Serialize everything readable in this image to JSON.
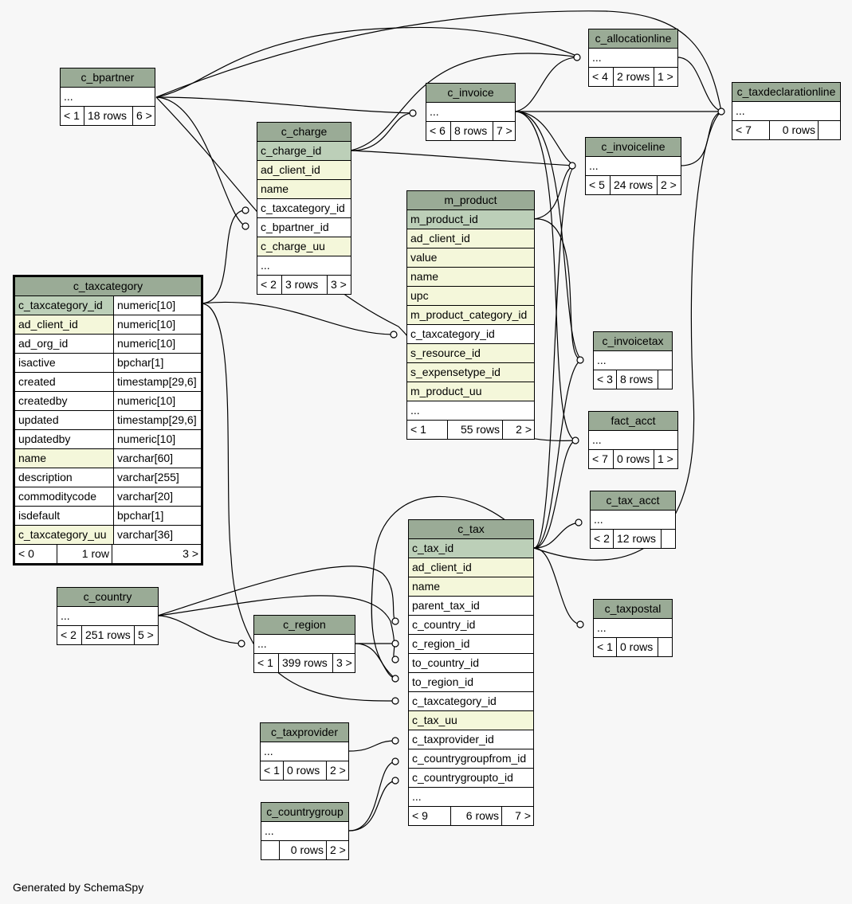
{
  "footer": "Generated by SchemaSpy",
  "tables": {
    "c_bpartner": {
      "name": "c_bpartner",
      "body": "...",
      "parents": "< 1",
      "rows": "18 rows",
      "children": "6 >"
    },
    "c_charge": {
      "name": "c_charge",
      "columns": [
        "c_charge_id",
        "ad_client_id",
        "name",
        "c_taxcategory_id",
        "c_bpartner_id",
        "c_charge_uu",
        "..."
      ],
      "parents": "< 2",
      "rows": "3 rows",
      "children": "3 >"
    },
    "c_invoice": {
      "name": "c_invoice",
      "body": "...",
      "parents": "< 6",
      "rows": "8 rows",
      "children": "7 >"
    },
    "c_allocationline": {
      "name": "c_allocationline",
      "body": "...",
      "parents": "< 4",
      "rows": "2 rows",
      "children": "1 >"
    },
    "c_taxdeclarationline": {
      "name": "c_taxdeclarationline",
      "body": "...",
      "parents": "< 7",
      "rows": "0 rows",
      "children": ""
    },
    "c_invoiceline": {
      "name": "c_invoiceline",
      "body": "...",
      "parents": "< 5",
      "rows": "24 rows",
      "children": "2 >"
    },
    "m_product": {
      "name": "m_product",
      "columns": [
        "m_product_id",
        "ad_client_id",
        "value",
        "name",
        "upc",
        "m_product_category_id",
        "c_taxcategory_id",
        "s_resource_id",
        "s_expensetype_id",
        "m_product_uu",
        "..."
      ],
      "parents": "< 1",
      "rows": "55 rows",
      "children": "2 >"
    },
    "c_taxcategory": {
      "name": "c_taxcategory",
      "columns": [
        {
          "name": "c_taxcategory_id",
          "type": "numeric[10]"
        },
        {
          "name": "ad_client_id",
          "type": "numeric[10]"
        },
        {
          "name": "ad_org_id",
          "type": "numeric[10]"
        },
        {
          "name": "isactive",
          "type": "bpchar[1]"
        },
        {
          "name": "created",
          "type": "timestamp[29,6]"
        },
        {
          "name": "createdby",
          "type": "numeric[10]"
        },
        {
          "name": "updated",
          "type": "timestamp[29,6]"
        },
        {
          "name": "updatedby",
          "type": "numeric[10]"
        },
        {
          "name": "name",
          "type": "varchar[60]"
        },
        {
          "name": "description",
          "type": "varchar[255]"
        },
        {
          "name": "commoditycode",
          "type": "varchar[20]"
        },
        {
          "name": "isdefault",
          "type": "bpchar[1]"
        },
        {
          "name": "c_taxcategory_uu",
          "type": "varchar[36]"
        }
      ],
      "parents": "< 0",
      "rows": "1 row",
      "children": "3 >"
    },
    "c_invoicetax": {
      "name": "c_invoicetax",
      "body": "...",
      "parents": "< 3",
      "rows": "8 rows",
      "children": ""
    },
    "fact_acct": {
      "name": "fact_acct",
      "body": "...",
      "parents": "< 7",
      "rows": "0 rows",
      "children": "1 >"
    },
    "c_tax_acct": {
      "name": "c_tax_acct",
      "body": "...",
      "parents": "< 2",
      "rows": "12 rows",
      "children": ""
    },
    "c_tax": {
      "name": "c_tax",
      "columns": [
        "c_tax_id",
        "ad_client_id",
        "name",
        "parent_tax_id",
        "c_country_id",
        "c_region_id",
        "to_country_id",
        "to_region_id",
        "c_taxcategory_id",
        "c_tax_uu",
        "c_taxprovider_id",
        "c_countrygroupfrom_id",
        "c_countrygroupto_id",
        "..."
      ],
      "parents": "< 9",
      "rows": "6 rows",
      "children": "7 >"
    },
    "c_taxpostal": {
      "name": "c_taxpostal",
      "body": "...",
      "parents": "< 1",
      "rows": "0 rows",
      "children": ""
    },
    "c_country": {
      "name": "c_country",
      "body": "...",
      "parents": "< 2",
      "rows": "251 rows",
      "children": "5 >"
    },
    "c_region": {
      "name": "c_region",
      "body": "...",
      "parents": "< 1",
      "rows": "399 rows",
      "children": "3 >"
    },
    "c_taxprovider": {
      "name": "c_taxprovider",
      "body": "...",
      "parents": "< 1",
      "rows": "0 rows",
      "children": "2 >"
    },
    "c_countrygroup": {
      "name": "c_countrygroup",
      "body": "...",
      "parents": "",
      "rows": "0 rows",
      "children": "2 >"
    }
  },
  "colors": {
    "header": "#9aab96",
    "primary_key": "#bccfb8",
    "indexed": "#f4f7da",
    "background": "#f7f7f7"
  }
}
